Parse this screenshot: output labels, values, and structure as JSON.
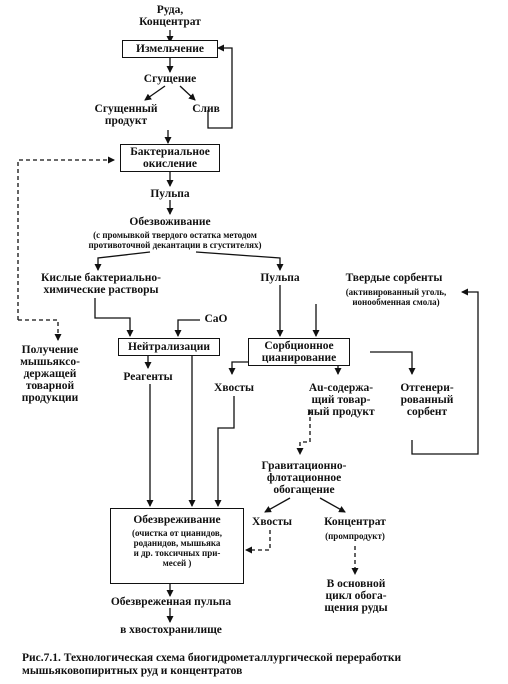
{
  "nodes": {
    "ore": "Руда,\nКонцентрат",
    "grinding": "Измельчение",
    "thickening": "Сгущение",
    "thickened_product": "Сгущенный\nпродукт",
    "overflow": "Слив",
    "bacterial_oxidation": "Бактериальное\nокисление",
    "pulp_1": "Пульпа",
    "dewatering": "Обезвоживание",
    "dewatering_note": "(с промывкой твердого остатка методом\nпротивоточной декантации в сгустителях)",
    "acid_solutions": "Кислые бактериально-\nхимические растворы",
    "pulp_2": "Пульпа",
    "solid_sorbents": "Твердые сорбенты",
    "solid_sorbents_note": "(активированный уголь,\nионообменная смола)",
    "cao": "СаО",
    "arsenic_product": "Получение\nмышьяксо-\nдержащей\nтоварной\nпродукции",
    "neutralization": "Нейтрализации",
    "sorption_cyanidation": "Сорбционное\nцианирование",
    "reagents": "Реагенты",
    "tailings_1": "Хвосты",
    "au_product": "Au-содержа-\nщий товар-\nный продукт",
    "regenerated_sorbent": "Отгенери-\nрованный\nсорбент",
    "gravity_flotation": "Гравитационно-\nфлотационное\nобогащение",
    "detox": "Обезвреживание",
    "detox_note": "(очистка от цианидов,\nроданидов, мышьяка\nи др. токсичных при-\nмесей )",
    "tailings_2": "Хвосты",
    "concentrate": "Концентрат",
    "concentrate_note": "(промпродукт)",
    "main_cycle": "В основной\nцикл обога-\nщения руды",
    "detox_pulp": "Обезвреженная пульпа",
    "tailings_storage": "в хвостохранилище"
  },
  "caption": "Рис.7.1. Технологическая схема биогидрометаллургической переработки\nмышьяковопиритных руд и концентратов"
}
